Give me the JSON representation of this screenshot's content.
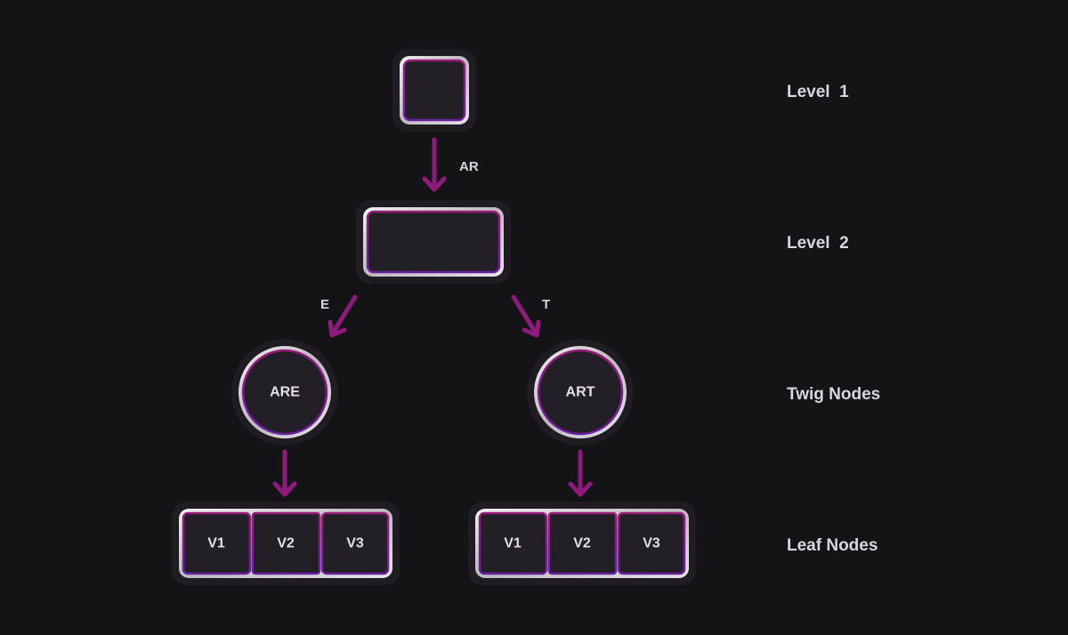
{
  "levels": [
    "Level  1",
    "Level  2",
    "Twig Nodes",
    "Leaf Nodes"
  ],
  "edges": {
    "root_to_level2": "AR",
    "left": "E",
    "right": "T"
  },
  "twig_nodes": [
    "ARE",
    "ART"
  ],
  "leaf_nodes": {
    "left": [
      "V1",
      "V2",
      "V3"
    ],
    "right": [
      "V1",
      "V2",
      "V3"
    ]
  },
  "colors": {
    "background": "#141316",
    "arrow": "#8e1a7c",
    "node_fill": "#231f27",
    "node_border": "#e0dde2"
  }
}
